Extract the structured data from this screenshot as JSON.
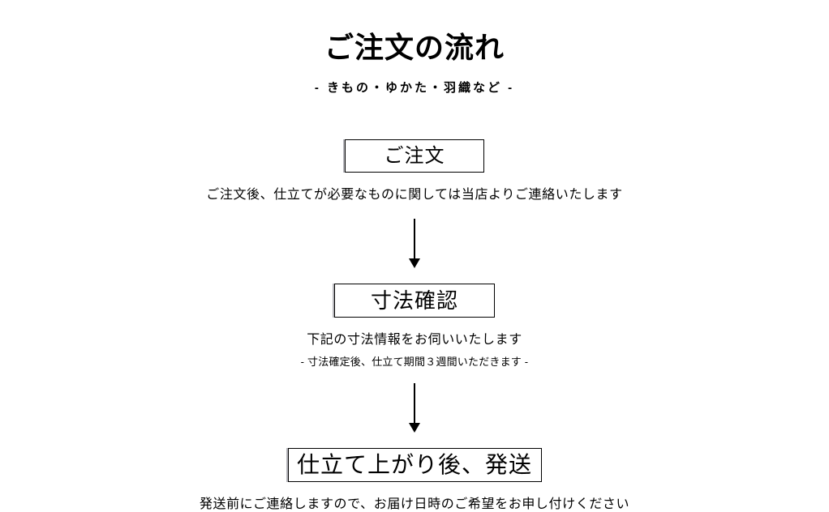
{
  "header": {
    "title": "ご注文の流れ",
    "subtitle": "-  きもの・ゆかた・羽織など  -"
  },
  "flow": {
    "steps": [
      {
        "box_label": "ご注文",
        "description": "ご注文後、仕立てが必要なものに関しては当店よりご連絡いたします",
        "note": ""
      },
      {
        "box_label": "寸法確認",
        "description": "下記の寸法情報をお伺いいたします",
        "note": "- 寸法確定後、仕立て期間３週間いただきます -"
      },
      {
        "box_label": "仕立て上がり後、発送",
        "description": "発送前にご連絡しますので、お届け日時のご希望をお申し付けください",
        "note": ""
      }
    ],
    "connectors": [
      {
        "name": "arrow-step1-to-step2"
      },
      {
        "name": "arrow-step2-to-step3"
      }
    ]
  },
  "colors": {
    "background": "#ffffff",
    "text": "#000000",
    "box_border": "#000000",
    "box_shadow": "#b6b6bb",
    "arrow": "#000000"
  }
}
